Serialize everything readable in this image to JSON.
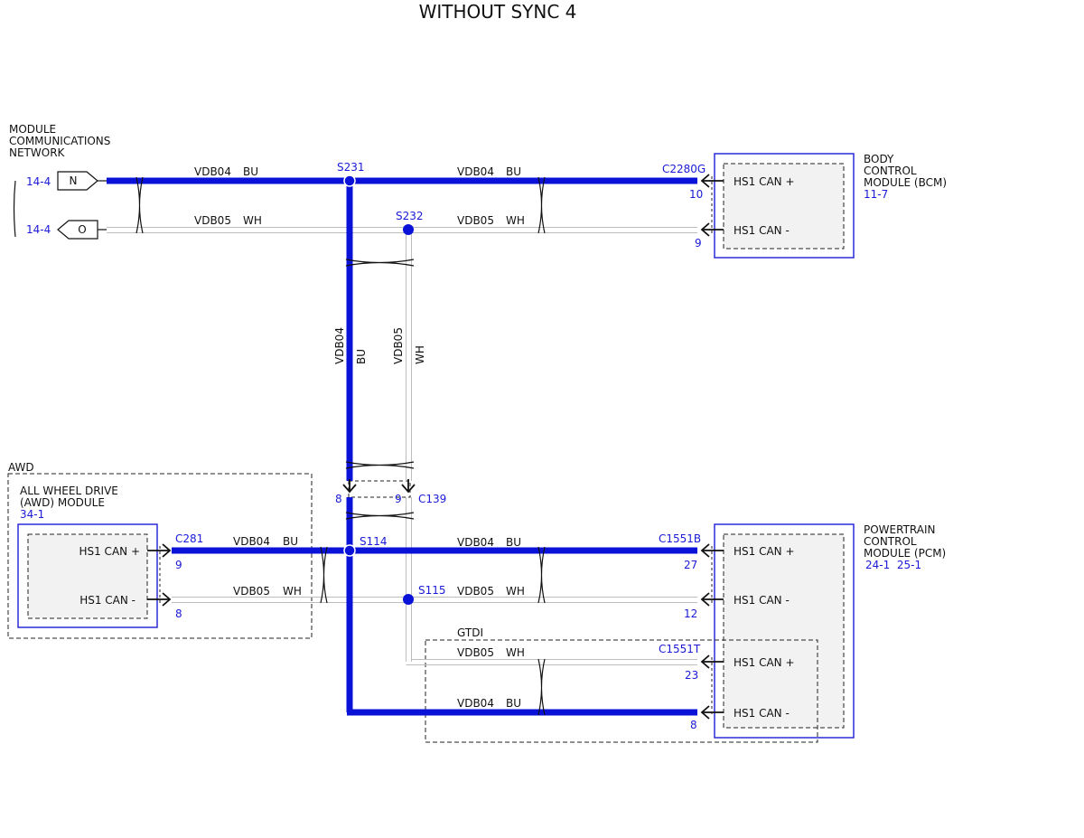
{
  "title": "WITHOUT SYNC 4",
  "colors": {
    "bu_wire": "#0a12d8",
    "wh_wire": "#cfcfcf",
    "accent_text": "#1a1ad6",
    "module_fill": "#f2f2f2"
  },
  "network": {
    "label_line1": "MODULE",
    "label_line2": "COMMUNICATIONS",
    "label_line3": "NETWORK",
    "ref_n": "14-4",
    "ref_o": "14-4",
    "conn_n": "N",
    "conn_o": "O"
  },
  "wires": {
    "vdb04": "VDB04",
    "vdb05": "VDB05",
    "bu": "BU",
    "wh": "WH"
  },
  "splices": {
    "s231": "S231",
    "s232": "S232",
    "s114": "S114",
    "s115": "S115"
  },
  "bcm": {
    "name_line1": "BODY",
    "name_line2": "CONTROL",
    "name_line3": "MODULE (BCM)",
    "ref": "11-7",
    "connector": "C2280G",
    "pin_plus": "10",
    "pin_minus": "9",
    "sig_plus": "HS1 CAN +",
    "sig_minus": "HS1 CAN -"
  },
  "c139": {
    "name": "C139",
    "pin_bu": "8",
    "pin_wh": "9"
  },
  "awd": {
    "box_label": "AWD",
    "name_line1": "ALL WHEEL DRIVE",
    "name_line2": "(AWD) MODULE",
    "ref": "34-1",
    "connector": "C281",
    "pin_plus": "9",
    "pin_minus": "8",
    "sig_plus": "HS1 CAN +",
    "sig_minus": "HS1 CAN -"
  },
  "pcm": {
    "name_line1": "POWERTRAIN",
    "name_line2": "CONTROL",
    "name_line3": "MODULE (PCM)",
    "ref": "24-1  25-1",
    "connector_b": "C1551B",
    "pin_b_plus": "27",
    "pin_b_minus": "12",
    "connector_t": "C1551T",
    "pin_t_plus": "23",
    "pin_t_minus": "8",
    "sig_plus": "HS1 CAN +",
    "sig_minus": "HS1 CAN -",
    "sig_t_plus": "HS1 CAN +",
    "sig_t_minus": "HS1 CAN -"
  },
  "gtdi": {
    "label": "GTDI"
  }
}
